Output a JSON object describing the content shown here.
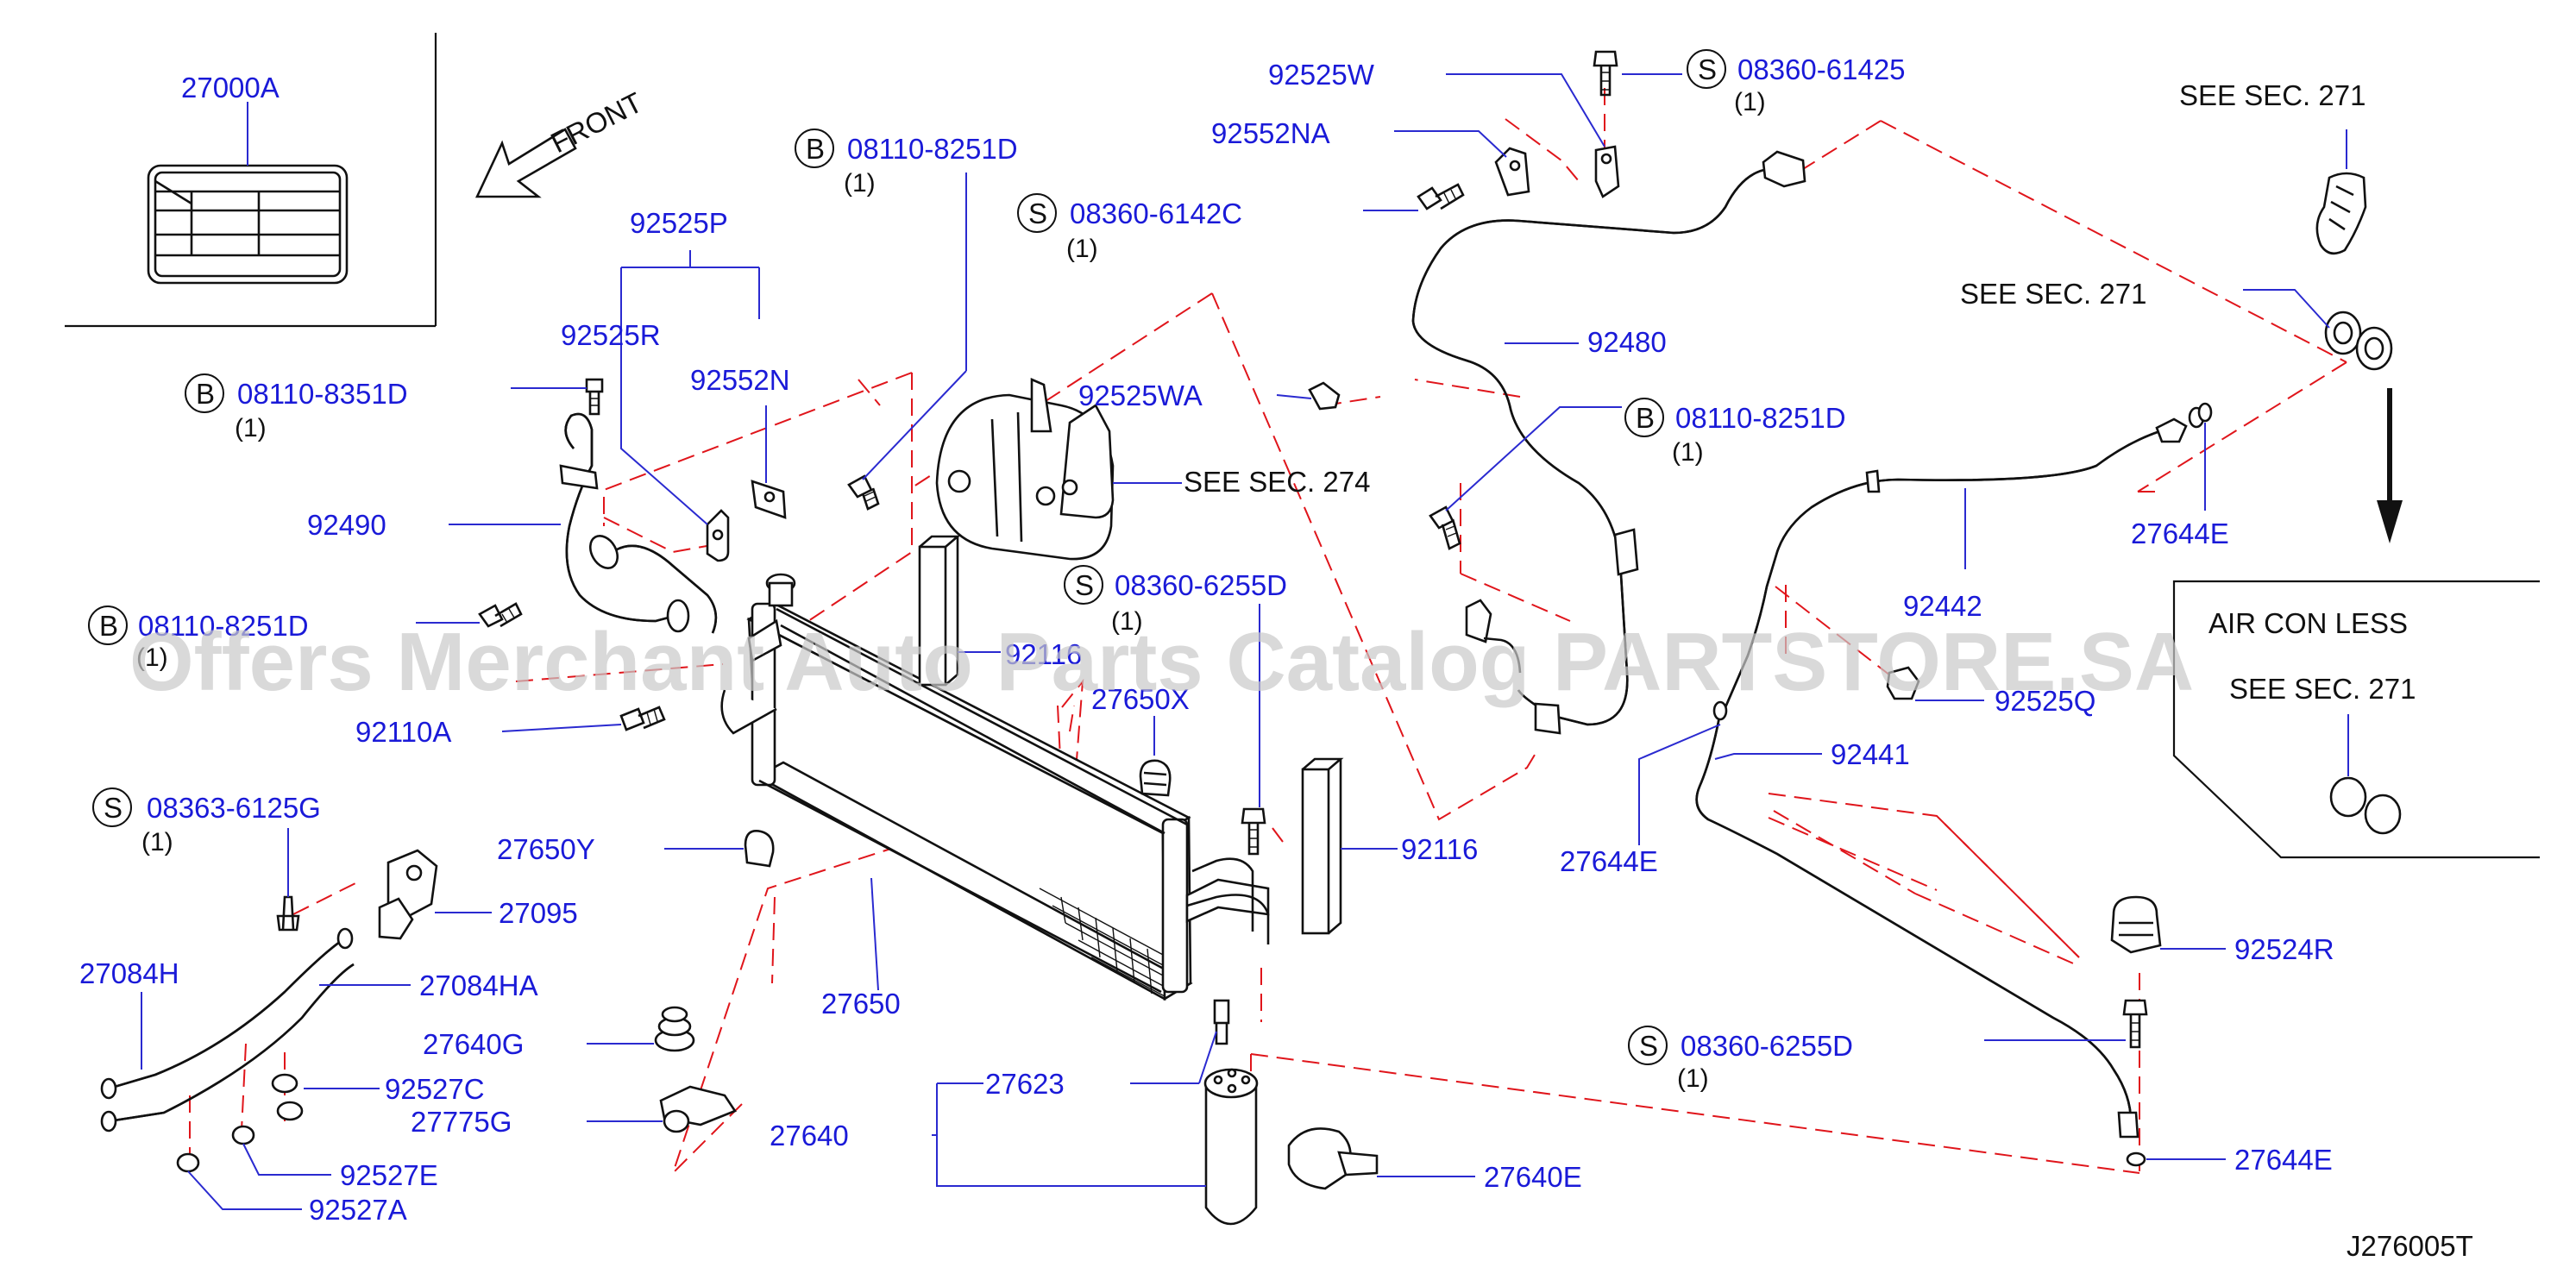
{
  "diagram_code": "J276005T",
  "watermark": "Offers Merchant Auto Parts Catalog PARTSTORE.SA",
  "front_arrow": {
    "label": "FRONT",
    "icon": "front-direction-arrow-icon"
  },
  "inset_label": {
    "part_no": "27000A"
  },
  "callouts": [
    {
      "id": "p27000A",
      "part_no": "27000A"
    },
    {
      "id": "p92525P",
      "part_no": "92525P"
    },
    {
      "id": "p92525R",
      "part_no": "92525R"
    },
    {
      "id": "p92552N",
      "part_no": "92552N"
    },
    {
      "id": "p92490",
      "part_no": "92490"
    },
    {
      "id": "p92110A",
      "part_no": "92110A"
    },
    {
      "id": "p27650Y",
      "part_no": "27650Y"
    },
    {
      "id": "p27095",
      "part_no": "27095"
    },
    {
      "id": "p27084H",
      "part_no": "27084H"
    },
    {
      "id": "p27084HA",
      "part_no": "27084HA"
    },
    {
      "id": "p27640G",
      "part_no": "27640G"
    },
    {
      "id": "p92527C",
      "part_no": "92527C"
    },
    {
      "id": "p27775G",
      "part_no": "27775G"
    },
    {
      "id": "p92527E",
      "part_no": "92527E"
    },
    {
      "id": "p92527A",
      "part_no": "92527A"
    },
    {
      "id": "p27640",
      "part_no": "27640"
    },
    {
      "id": "p27650",
      "part_no": "27650"
    },
    {
      "id": "p27623",
      "part_no": "27623"
    },
    {
      "id": "p27640E",
      "part_no": "27640E"
    },
    {
      "id": "p92525WA",
      "part_no": "92525WA"
    },
    {
      "id": "p92116a",
      "part_no": "92116"
    },
    {
      "id": "p27650X",
      "part_no": "27650X"
    },
    {
      "id": "p92116b",
      "part_no": "92116"
    },
    {
      "id": "p92525W",
      "part_no": "92525W"
    },
    {
      "id": "p92552NA",
      "part_no": "92552NA"
    },
    {
      "id": "p92480",
      "part_no": "92480"
    },
    {
      "id": "p92442",
      "part_no": "92442"
    },
    {
      "id": "p27644E_a",
      "part_no": "27644E"
    },
    {
      "id": "p92525Q",
      "part_no": "92525Q"
    },
    {
      "id": "p92441",
      "part_no": "92441"
    },
    {
      "id": "p27644E_b",
      "part_no": "27644E"
    },
    {
      "id": "p92524R",
      "part_no": "92524R"
    },
    {
      "id": "p27644E_c",
      "part_no": "27644E"
    }
  ],
  "bolt_callouts": [
    {
      "id": "b1",
      "badge": "B",
      "part_no": "08110-8251D",
      "qty": "(1)"
    },
    {
      "id": "s1",
      "badge": "S",
      "part_no": "08360-6142C",
      "qty": "(1)"
    },
    {
      "id": "b2",
      "badge": "B",
      "part_no": "08110-8351D",
      "qty": "(1)"
    },
    {
      "id": "b3",
      "badge": "B",
      "part_no": "08110-8251D",
      "qty": "(1)"
    },
    {
      "id": "s2",
      "badge": "S",
      "part_no": "08363-6125G",
      "qty": "(1)"
    },
    {
      "id": "s3",
      "badge": "S",
      "part_no": "08360-6255D",
      "qty": "(1)"
    },
    {
      "id": "s4",
      "badge": "S",
      "part_no": "08360-61425",
      "qty": "(1)"
    },
    {
      "id": "b4",
      "badge": "B",
      "part_no": "08110-8251D",
      "qty": "(1)"
    },
    {
      "id": "s5",
      "badge": "S",
      "part_no": "08360-6255D",
      "qty": "(1)"
    }
  ],
  "section_refs": [
    {
      "id": "sec274",
      "text": "SEE  SEC.  274"
    },
    {
      "id": "sec271a",
      "text": "SEE  SEC.  271"
    },
    {
      "id": "sec271b",
      "text": "SEE  SEC.  271"
    },
    {
      "id": "sec271c",
      "text": "SEE  SEC.  271"
    }
  ],
  "variant_box": {
    "title": "AIR  CON  LESS"
  }
}
